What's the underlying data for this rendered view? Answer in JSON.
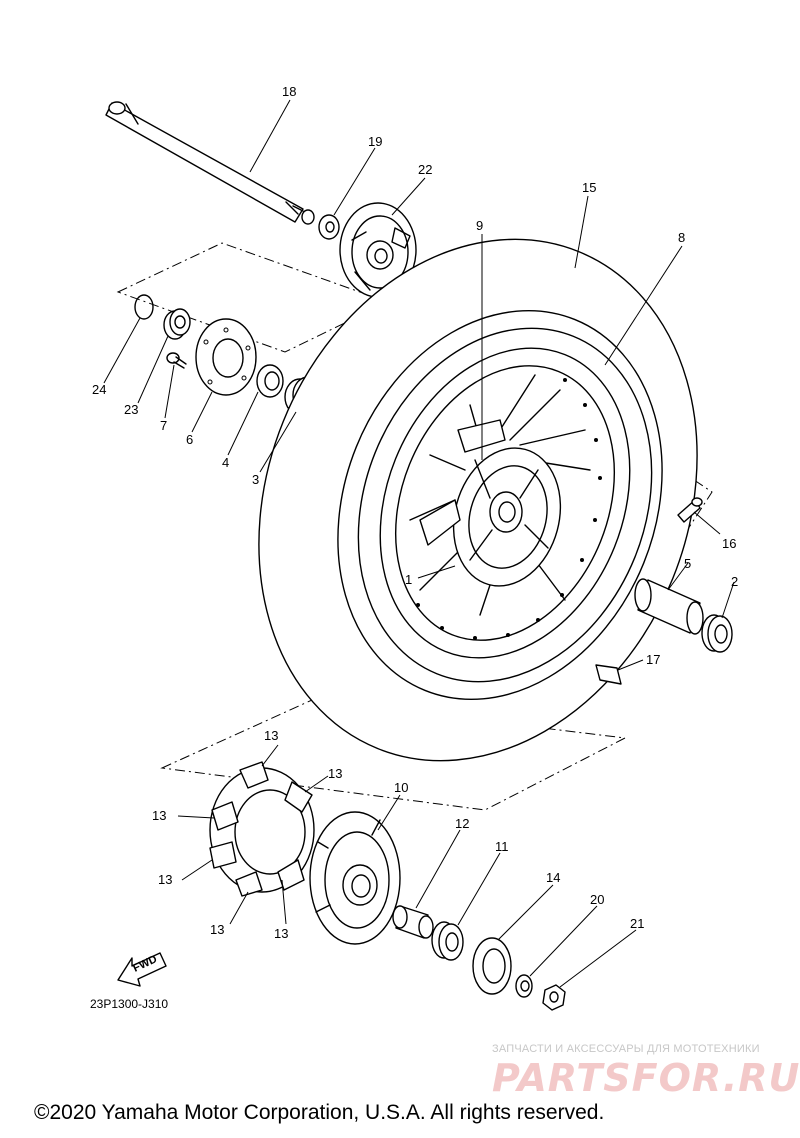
{
  "callouts": [
    "18",
    "19",
    "22",
    "15",
    "9",
    "8",
    "24",
    "23",
    "7",
    "6",
    "4",
    "3",
    "16",
    "1",
    "5",
    "2",
    "17",
    "13",
    "10",
    "12",
    "11",
    "14",
    "20",
    "21"
  ],
  "fwd_label": "FWD",
  "drawing_code": "23P1300-J310",
  "watermark": {
    "tagline": "ЗАПЧАСТИ И АКСЕССУАРЫ ДЛЯ МОТОТЕХНИКИ",
    "logo": "PARTSFOR.RU"
  },
  "copyright": "©2020 Yamaha Motor Corporation, U.S.A. All rights reserved."
}
